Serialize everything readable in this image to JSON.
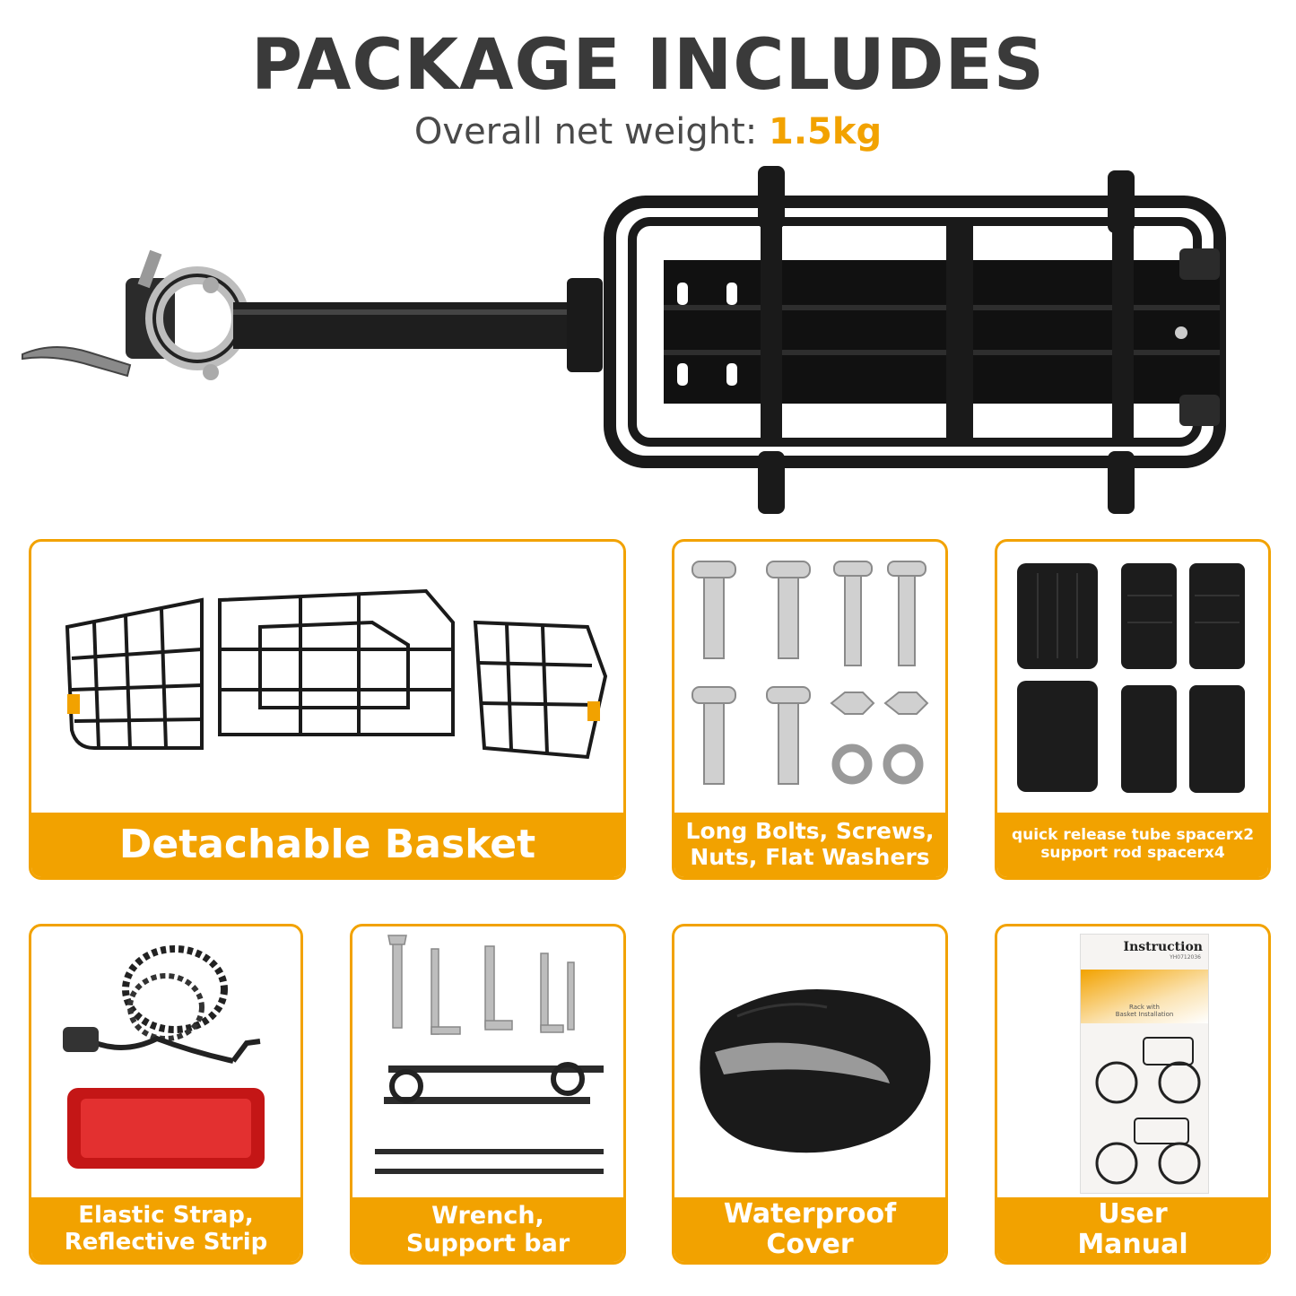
{
  "header": {
    "title": "PACKAGE INCLUDES",
    "subtitle_prefix": "Overall net weight:",
    "subtitle_weight": "1.5kg"
  },
  "colors": {
    "accent": "#f2a200",
    "title": "#3a3a3a",
    "text": "#4a4a4a"
  },
  "cards": {
    "basket": {
      "line1": "Detachable Basket"
    },
    "bolts": {
      "line1": "Long Bolts, Screws,",
      "line2": "Nuts, Flat Washers"
    },
    "spacers": {
      "line1": "quick release tube spacerx2",
      "line2": "support rod spacerx4"
    },
    "strap": {
      "line1": "Elastic Strap,",
      "line2": "Reflective Strip"
    },
    "wrench": {
      "line1": "Wrench,",
      "line2": "Support bar"
    },
    "cover": {
      "line1": "Waterproof",
      "line2": "Cover"
    },
    "manual": {
      "line1": "User",
      "line2": "Manual"
    }
  },
  "manual_cover": {
    "heading": "Instruction",
    "code": "YH0712036",
    "caption_line1": "Rack with",
    "caption_line2": "Basket Installation"
  }
}
